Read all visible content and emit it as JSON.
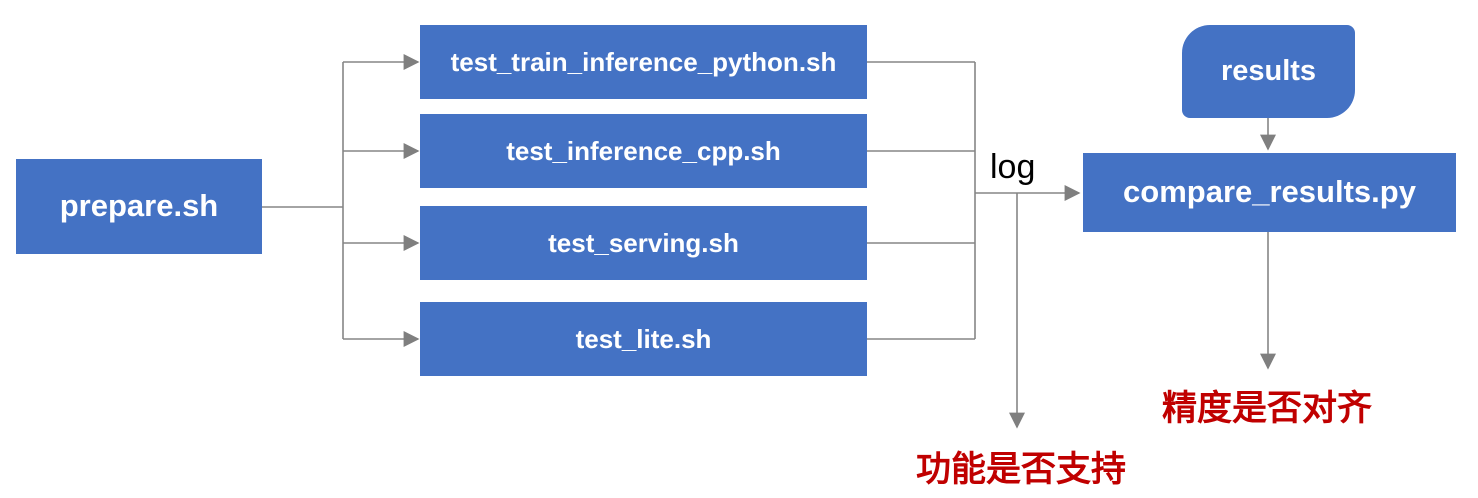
{
  "diagram": {
    "title": "test pipeline flow",
    "nodes": {
      "prepare": {
        "label": "prepare.sh",
        "shape": "rectangle"
      },
      "test_train_inference_python": {
        "label": "test_train_inference_python.sh",
        "shape": "rectangle"
      },
      "test_inference_cpp": {
        "label": "test_inference_cpp.sh",
        "shape": "rectangle"
      },
      "test_serving": {
        "label": "test_serving.sh",
        "shape": "rectangle"
      },
      "test_lite": {
        "label": "test_lite.sh",
        "shape": "rectangle"
      },
      "results": {
        "label": "results",
        "shape": "round-diagonal-corner-rectangle"
      },
      "compare_results": {
        "label": "compare_results.py",
        "shape": "rectangle"
      }
    },
    "edges": {
      "log_label": "log",
      "flow": [
        "prepare.sh -> test_train_inference_python.sh",
        "prepare.sh -> test_inference_cpp.sh",
        "prepare.sh -> test_serving.sh",
        "prepare.sh -> test_lite.sh",
        "tests -> log -> compare_results.py",
        "log -> 功能是否支持",
        "results -> compare_results.py",
        "compare_results.py -> 精度是否对齐"
      ]
    },
    "annotations": {
      "function_support": "功能是否支持",
      "precision_aligned": "精度是否对齐"
    },
    "colors": {
      "node_fill": "#4472C4",
      "node_text": "#FFFFFF",
      "connector": "#808080",
      "annotation_red": "#C00000",
      "edge_label_text": "#000000",
      "background": "#FFFFFF"
    }
  }
}
